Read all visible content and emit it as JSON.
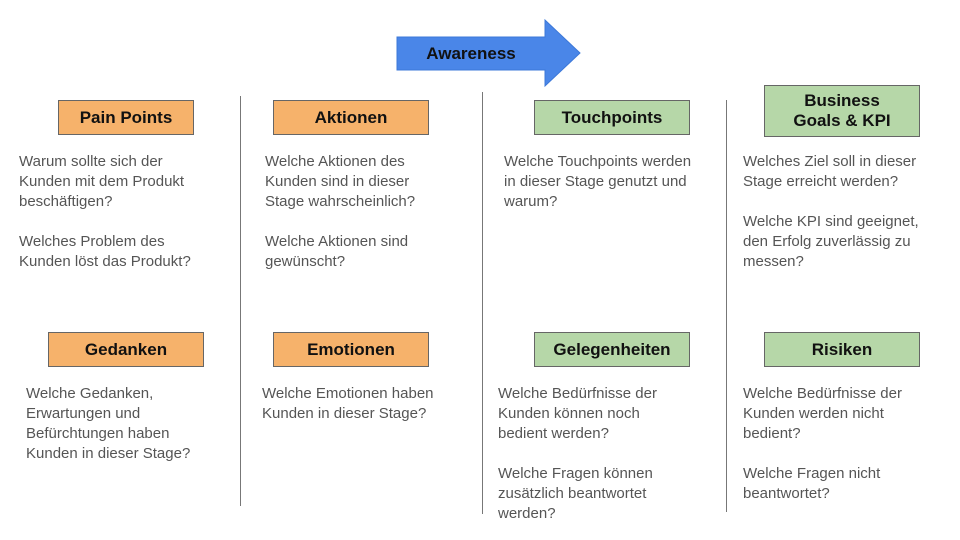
{
  "stage": {
    "label": "Awareness",
    "color": "#4a86e8"
  },
  "colors": {
    "orange": "#f6b26b",
    "green": "#b6d7a8"
  },
  "cards": [
    {
      "title": "Pain Points",
      "paragraphs": [
        "Warum sollte sich der\nKunden mit dem Produkt\nbeschäftigen?",
        "Welches Problem des\nKunden löst das Produkt?"
      ]
    },
    {
      "title": "Aktionen",
      "paragraphs": [
        "Welche Aktionen des\nKunden sind in dieser\nStage wahrscheinlich?",
        "Welche Aktionen sind\ngewünscht?"
      ]
    },
    {
      "title": "Touchpoints",
      "paragraphs": [
        "Welche Touchpoints werden\nin dieser Stage genutzt und\nwarum?"
      ]
    },
    {
      "title": "Business\nGoals & KPI",
      "paragraphs": [
        "Welches Ziel soll in dieser\nStage erreicht werden?",
        "Welche KPI sind geeignet,\nden Erfolg zuverlässig zu\nmessen?"
      ]
    },
    {
      "title": "Gedanken",
      "paragraphs": [
        "Welche Gedanken,\nErwartungen und\nBefürchtungen haben\nKunden in dieser Stage?"
      ]
    },
    {
      "title": "Emotionen",
      "paragraphs": [
        "Welche Emotionen haben\nKunden in dieser Stage?"
      ]
    },
    {
      "title": "Gelegenheiten",
      "paragraphs": [
        "Welche Bedürfnisse der\nKunden können noch\nbedient werden?",
        "Welche Fragen können\nzusätzlich beantwortet\nwerden?"
      ]
    },
    {
      "title": "Risiken",
      "paragraphs": [
        "Welche Bedürfnisse der\nKunden werden nicht\nbedient?",
        "Welche Fragen nicht\nbeantwortet?"
      ]
    }
  ]
}
